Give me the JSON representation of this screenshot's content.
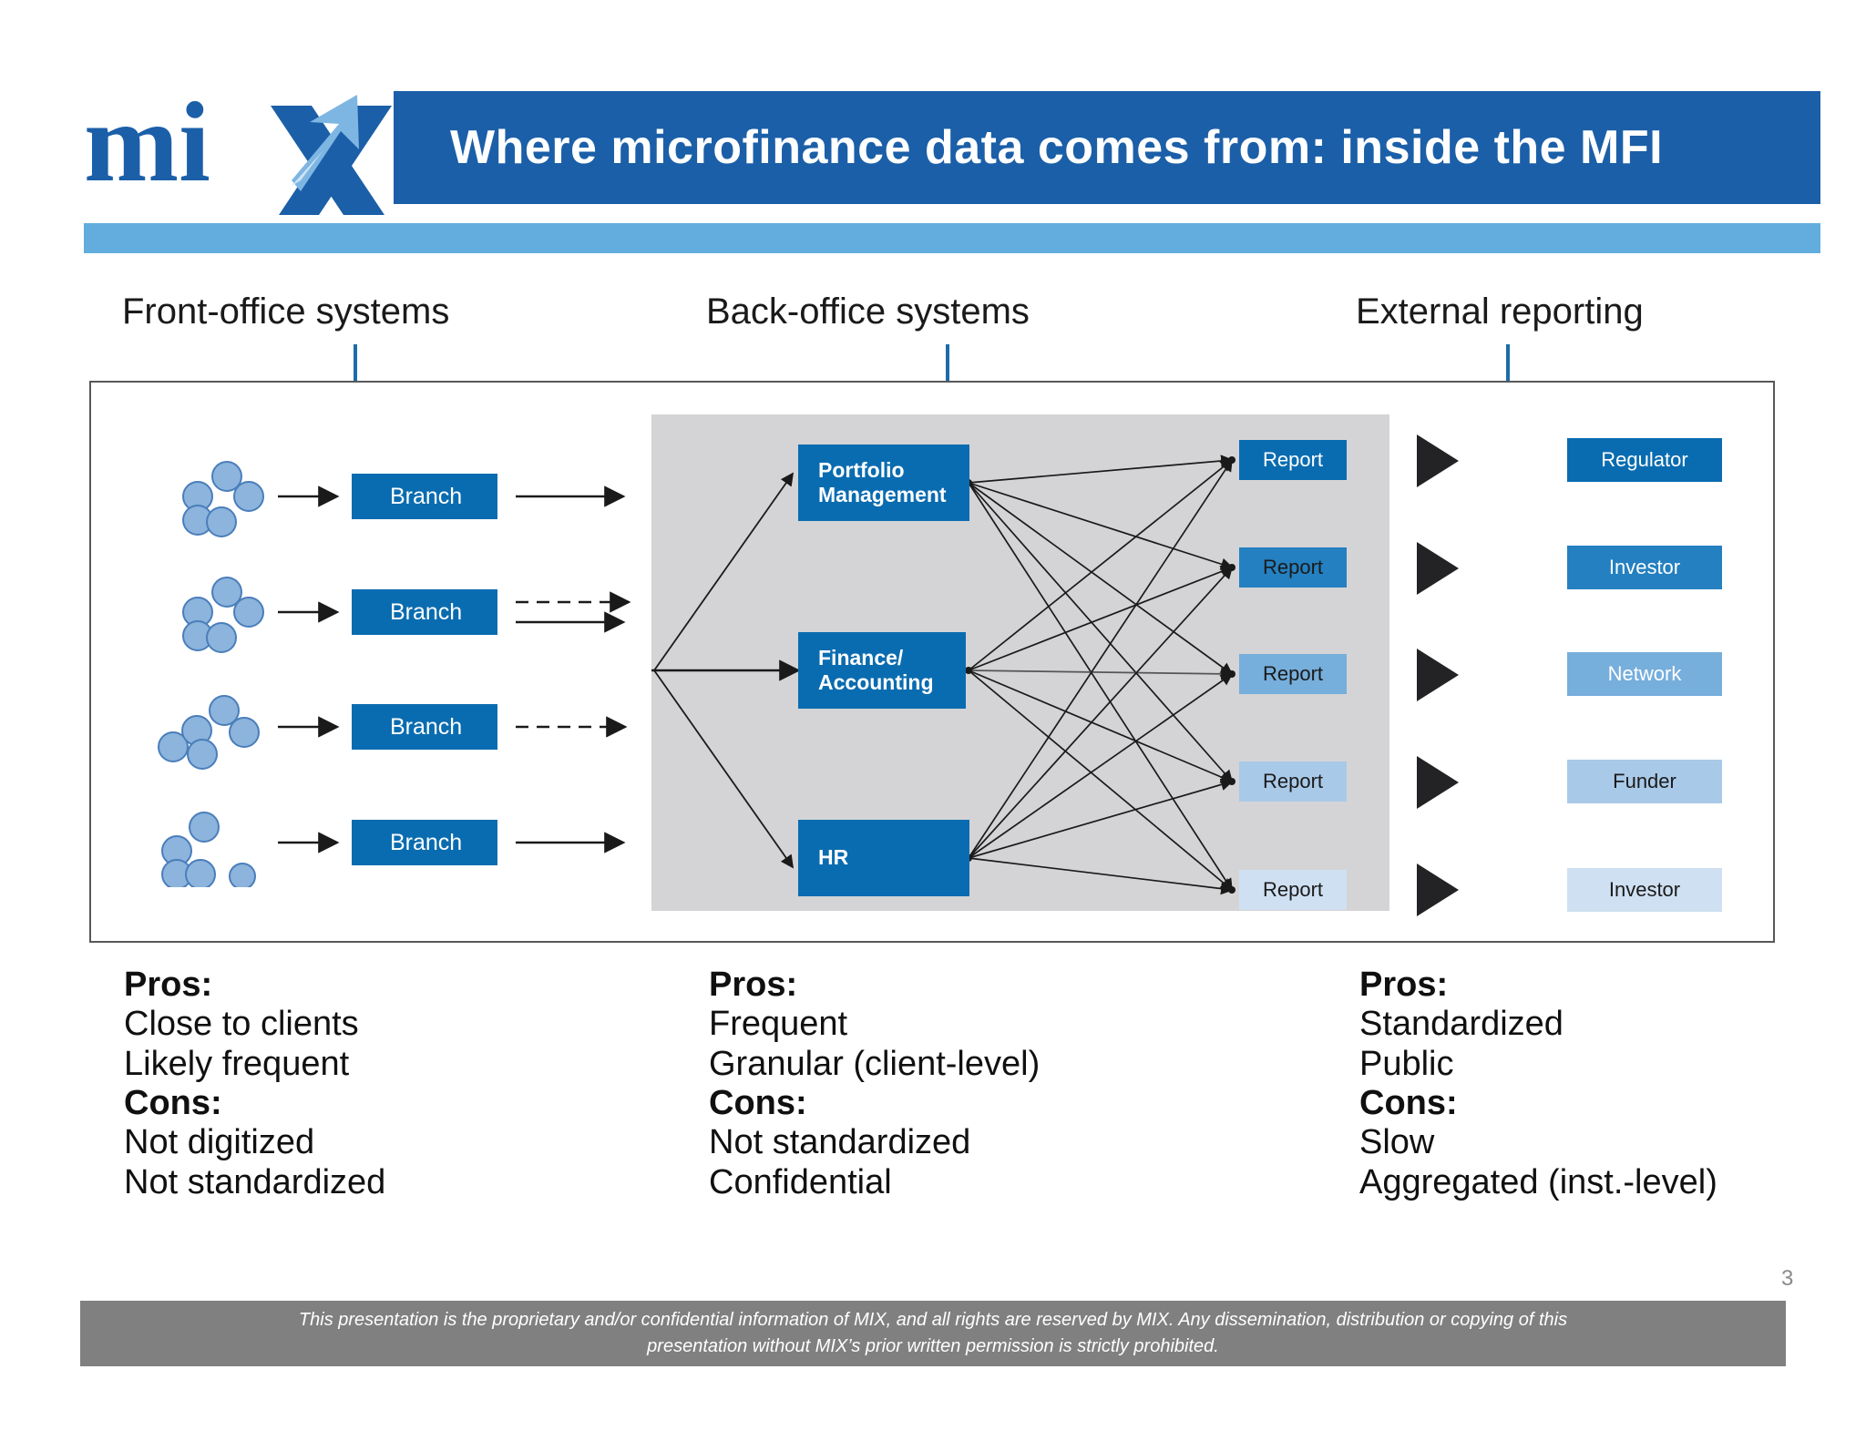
{
  "header": {
    "title": "Where microfinance data comes from: inside the MFI",
    "logo_alt": "mix-logo",
    "title_bar_color": "#1B5FA8",
    "underline_color": "#62ADDE"
  },
  "columns": [
    {
      "label": "Front-office systems"
    },
    {
      "label": "Back-office systems"
    },
    {
      "label": "External reporting"
    }
  ],
  "diagram": {
    "front_office": {
      "branches": [
        {
          "label": "Branch"
        },
        {
          "label": "Branch"
        },
        {
          "label": "Branch"
        },
        {
          "label": "Branch"
        }
      ],
      "client_cluster_name": "client-group",
      "client_dot_fill": "#8CB4DC",
      "client_dot_stroke": "#4A7EBB"
    },
    "back_office": {
      "panel_color": "#D4D4D6",
      "systems": [
        {
          "label_line1": "Portfolio",
          "label_line2": "Management"
        },
        {
          "label_line1": "Finance/",
          "label_line2": "Accounting"
        },
        {
          "label_line1": "HR",
          "label_line2": ""
        }
      ],
      "reports": [
        {
          "label": "Report",
          "color": "#0A6CB0",
          "text_color": "#ffffff"
        },
        {
          "label": "Report",
          "color": "#2480C0",
          "text_color": "#1a1a1a"
        },
        {
          "label": "Report",
          "color": "#76AEDC",
          "text_color": "#1a1a1a"
        },
        {
          "label": "Report",
          "color": "#A9C9E8",
          "text_color": "#1a1a1a"
        },
        {
          "label": "Report",
          "color": "#CFE0F2",
          "text_color": "#1a1a1a"
        }
      ]
    },
    "external_reporting": {
      "recipients": [
        {
          "label": "Regulator",
          "color": "#0A6CB0",
          "text_color": "#ffffff"
        },
        {
          "label": "Investor",
          "color": "#2480C0",
          "text_color": "#ffffff"
        },
        {
          "label": "Network",
          "color": "#76AEDC",
          "text_color": "#ffffff"
        },
        {
          "label": "Funder",
          "color": "#A9C9E8",
          "text_color": "#1a1a1a"
        },
        {
          "label": "Investor",
          "color": "#CFE0F2",
          "text_color": "#1a1a1a"
        }
      ]
    }
  },
  "pros_cons": [
    {
      "pros_label": "Pros:",
      "pros": [
        "Close to clients",
        "Likely frequent"
      ],
      "cons_label": "Cons:",
      "cons": [
        "Not digitized",
        "Not standardized"
      ]
    },
    {
      "pros_label": "Pros:",
      "pros": [
        "Frequent",
        "Granular (client-level)"
      ],
      "cons_label": "Cons:",
      "cons": [
        "Not standardized",
        "Confidential"
      ]
    },
    {
      "pros_label": "Pros:",
      "pros": [
        "Standardized",
        "Public"
      ],
      "cons_label": "Cons:",
      "cons": [
        "Slow",
        "Aggregated (inst.-level)"
      ]
    }
  ],
  "page_number": "3",
  "footer": {
    "line1": "This presentation is the proprietary and/or confidential information of MIX, and all rights are reserved by MIX. Any dissemination, distribution or copying of this",
    "line2": "presentation without MIX’s prior written permission is strictly prohibited.",
    "background": "#808080"
  }
}
